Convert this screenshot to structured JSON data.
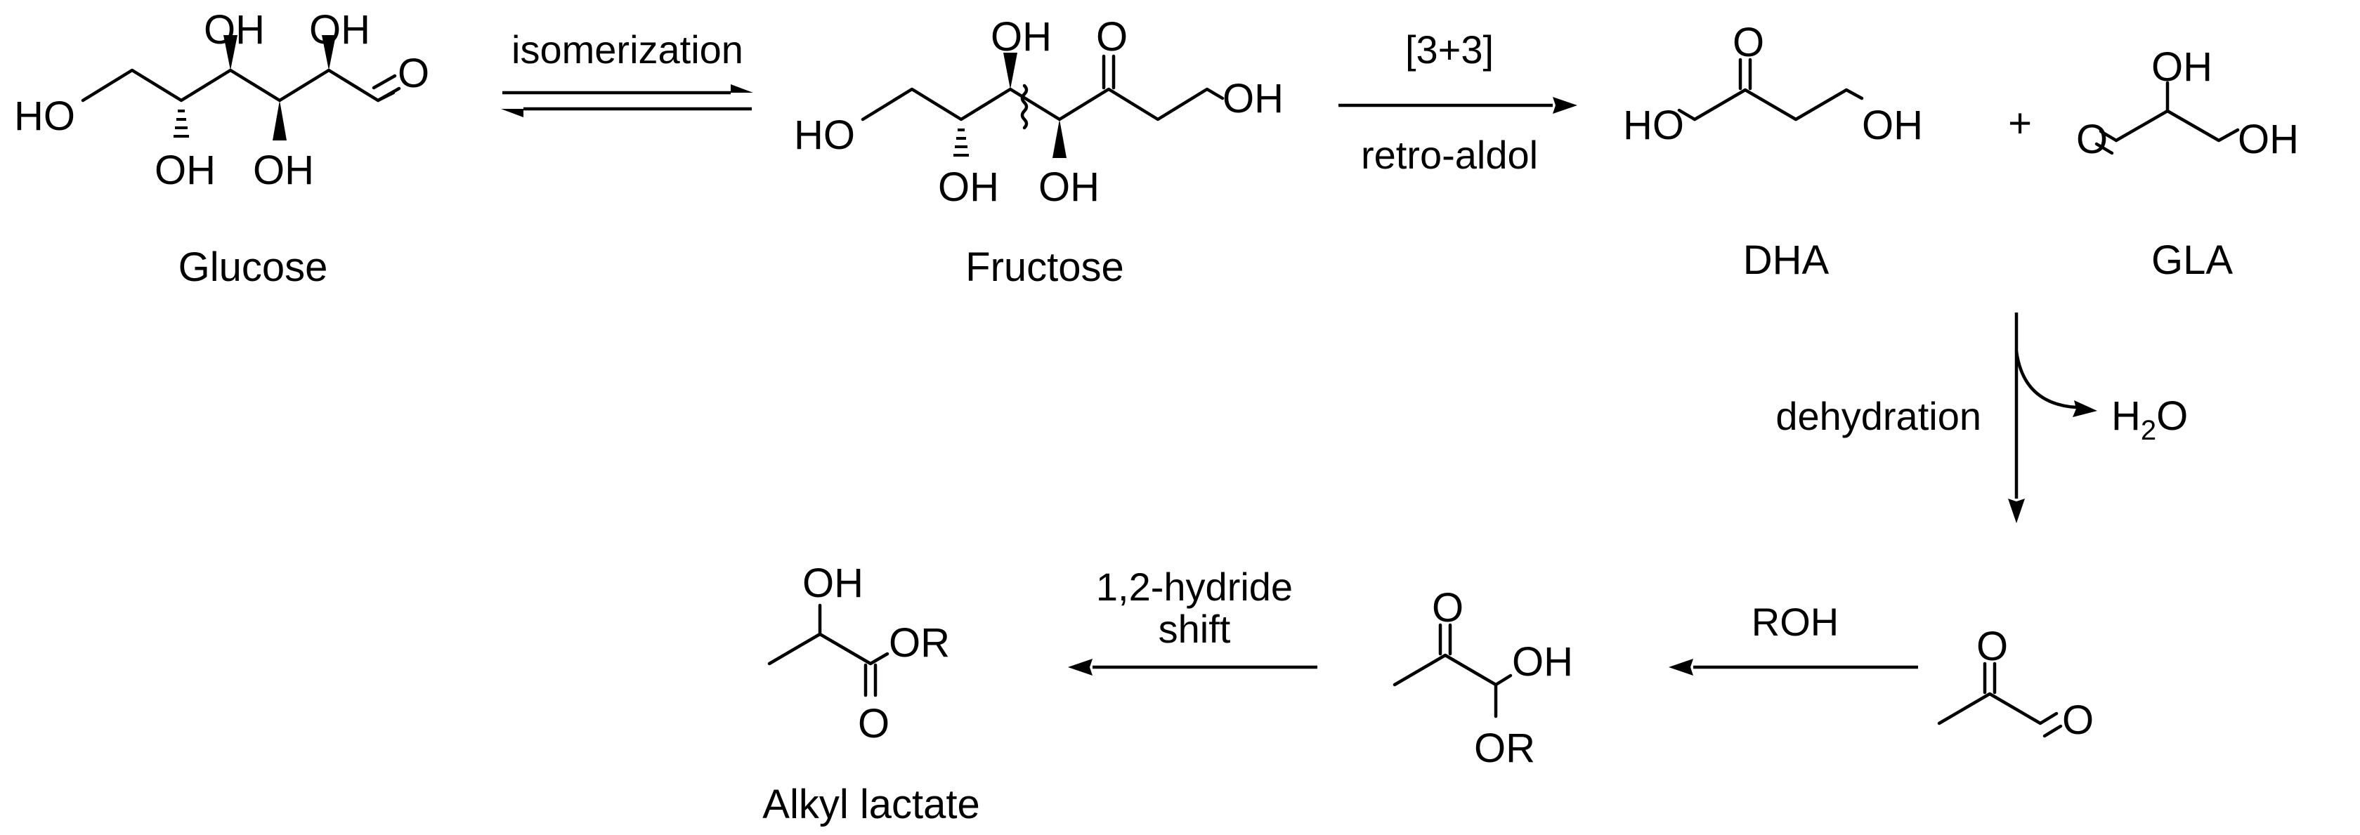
{
  "compounds": {
    "glucose": "Glucose",
    "fructose": "Fructose",
    "dha": "DHA",
    "gla": "GLA",
    "alkyl_lactate": "Alkyl lactate"
  },
  "conditions": {
    "isomerization": "isomerization",
    "retro_aldol_top": "[3+3]",
    "retro_aldol_bottom": "retro-aldol",
    "dehydration": "dehydration",
    "roh": "ROH",
    "hydride_line1": "1,2-hydride",
    "hydride_line2": "shift"
  },
  "byproduct": {
    "h": "H",
    "sub": "2",
    "o": "O"
  },
  "plus": "+",
  "atoms": {
    "oh": "OH",
    "ho": "HO",
    "o": "O",
    "or": "OR"
  }
}
